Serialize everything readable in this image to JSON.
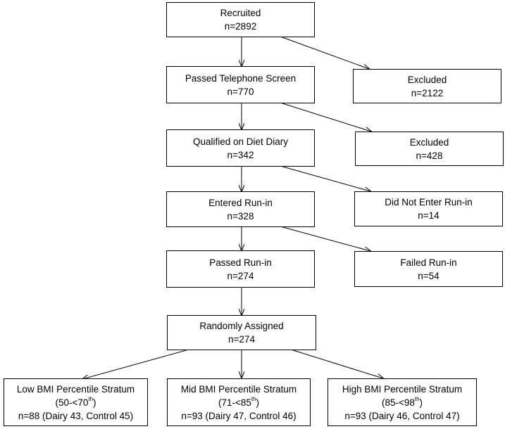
{
  "flow": {
    "recruited": {
      "label": "Recruited",
      "count": "n=2892"
    },
    "telephone": {
      "label": "Passed Telephone Screen",
      "count": "n=770"
    },
    "excluded1": {
      "label": "Excluded",
      "count": "n=2122"
    },
    "diary": {
      "label": "Qualified on Diet Diary",
      "count": "n=342"
    },
    "excluded2": {
      "label": "Excluded",
      "count": "n=428"
    },
    "runin": {
      "label": "Entered Run-in",
      "count": "n=328"
    },
    "not_entered": {
      "label": "Did Not Enter Run-in",
      "count": "n=14"
    },
    "passed": {
      "label": "Passed Run-in",
      "count": "n=274"
    },
    "failed": {
      "label": "Failed Run-in",
      "count": "n=54"
    },
    "random": {
      "label": "Randomly Assigned",
      "count": "n=274"
    },
    "low": {
      "label": "Low BMI Percentile Stratum",
      "range_pre": "(50-<70",
      "range_sup": "th",
      "range_post": ")",
      "count": "n=88 (Dairy 43, Control 45)"
    },
    "mid": {
      "label": "Mid BMI Percentile Stratum",
      "range_pre": "(71-<85",
      "range_sup": "th",
      "range_post": ")",
      "count": "n=93 (Dairy 47, Control 46)"
    },
    "high": {
      "label": "High BMI Percentile Stratum",
      "range_pre": "(85-<98",
      "range_sup": "th",
      "range_post": ")",
      "count": "n=93 (Dairy 46, Control 47)"
    }
  }
}
